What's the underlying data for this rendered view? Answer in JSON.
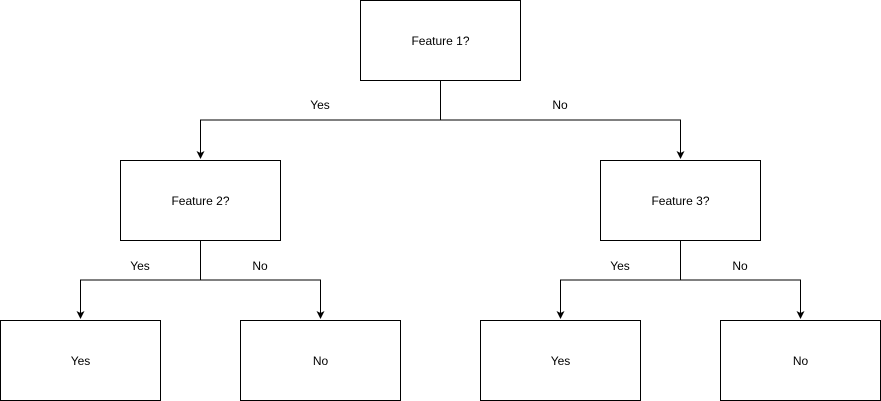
{
  "nodes": {
    "root": {
      "label": "Feature 1?"
    },
    "left": {
      "label": "Feature 2?"
    },
    "right": {
      "label": "Feature 3?"
    },
    "leaf_ll": {
      "label": "Yes"
    },
    "leaf_lr": {
      "label": "No"
    },
    "leaf_rl": {
      "label": "Yes"
    },
    "leaf_rr": {
      "label": "No"
    }
  },
  "edges": {
    "root_yes": {
      "label": "Yes"
    },
    "root_no": {
      "label": "No"
    },
    "left_yes": {
      "label": "Yes"
    },
    "left_no": {
      "label": "No"
    },
    "right_yes": {
      "label": "Yes"
    },
    "right_no": {
      "label": "No"
    }
  },
  "colors": {
    "stroke": "#000000",
    "fill": "#ffffff"
  }
}
